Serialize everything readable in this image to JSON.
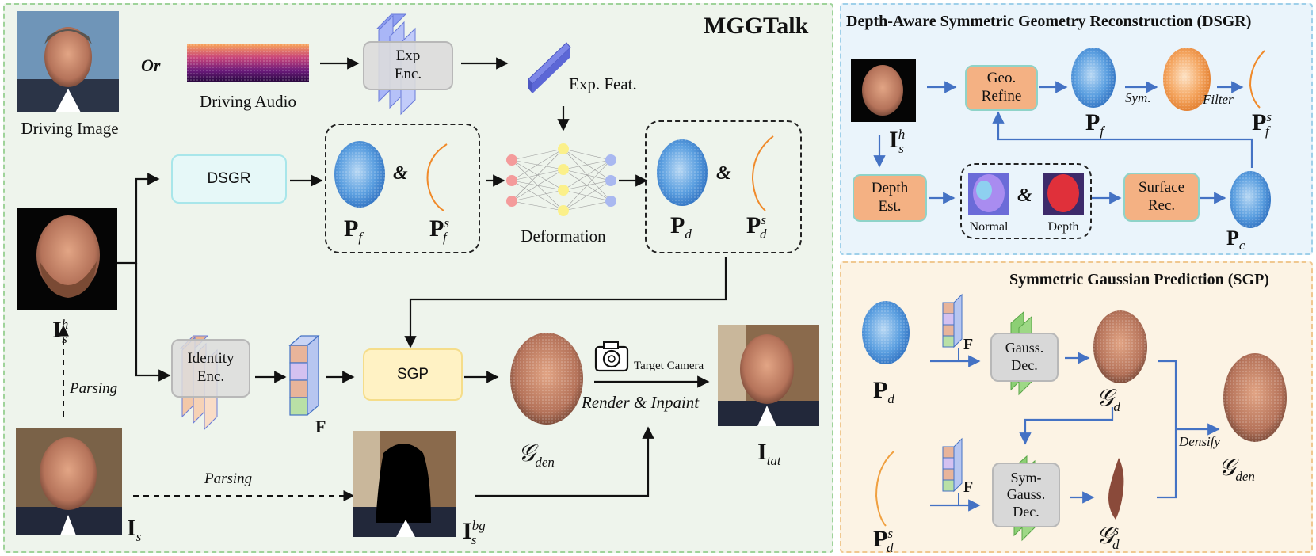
{
  "main": {
    "title": "MGGTalk",
    "driving_image_label": "Driving Image",
    "or_label": "Or",
    "driving_audio_label": "Driving Audio",
    "exp_enc_label": "Exp\nEnc.",
    "exp_feat_label": "Exp. Feat.",
    "dsgr_label": "DSGR",
    "amp": "&",
    "deformation_label": "Deformation",
    "identity_enc_label": "Identity\nEnc.",
    "f_label": "F",
    "sgp_label": "SGP",
    "target_camera_label": "Target Camera",
    "render_inpaint_label": "Render & Inpaint",
    "parsing_label": "Parsing",
    "parsing_label_2": "Parsing",
    "symbols": {
      "P": "P",
      "I": "I",
      "G": "𝒢",
      "f": "f",
      "s": "s",
      "d": "d",
      "h": "h",
      "bg": "bg",
      "den": "den",
      "tat": "tat",
      "c": "c"
    }
  },
  "dsgr": {
    "title": "Depth-Aware Symmetric Geometry Reconstruction (DSGR)",
    "geo_refine_label": "Geo.\nRefine",
    "sym_label": "Sym.",
    "filter_label": "Filter",
    "depth_est_label": "Depth\nEst.",
    "normal_label": "Normal",
    "depth_label": "Depth",
    "surface_rec_label": "Surface\nRec."
  },
  "sgp": {
    "title": "Symmetric Gaussian Prediction (SGP)",
    "gauss_dec_label": "Gauss.\nDec.",
    "sym_gauss_dec_label": "Sym-\nGauss.\nDec.",
    "densify_label": "Densify"
  },
  "colors": {
    "main_bg": "#eef4ec",
    "dsgr_bg": "#eaf4fb",
    "sgp_bg": "#fcf3e4",
    "dsgr_box": "#e6f8f8",
    "sgp_box": "#fff2c4",
    "orange_box": "#f4b183",
    "green_dec": "#b9e0a6",
    "arrow_blue": "#4472c4",
    "arrow_black": "#111111"
  }
}
